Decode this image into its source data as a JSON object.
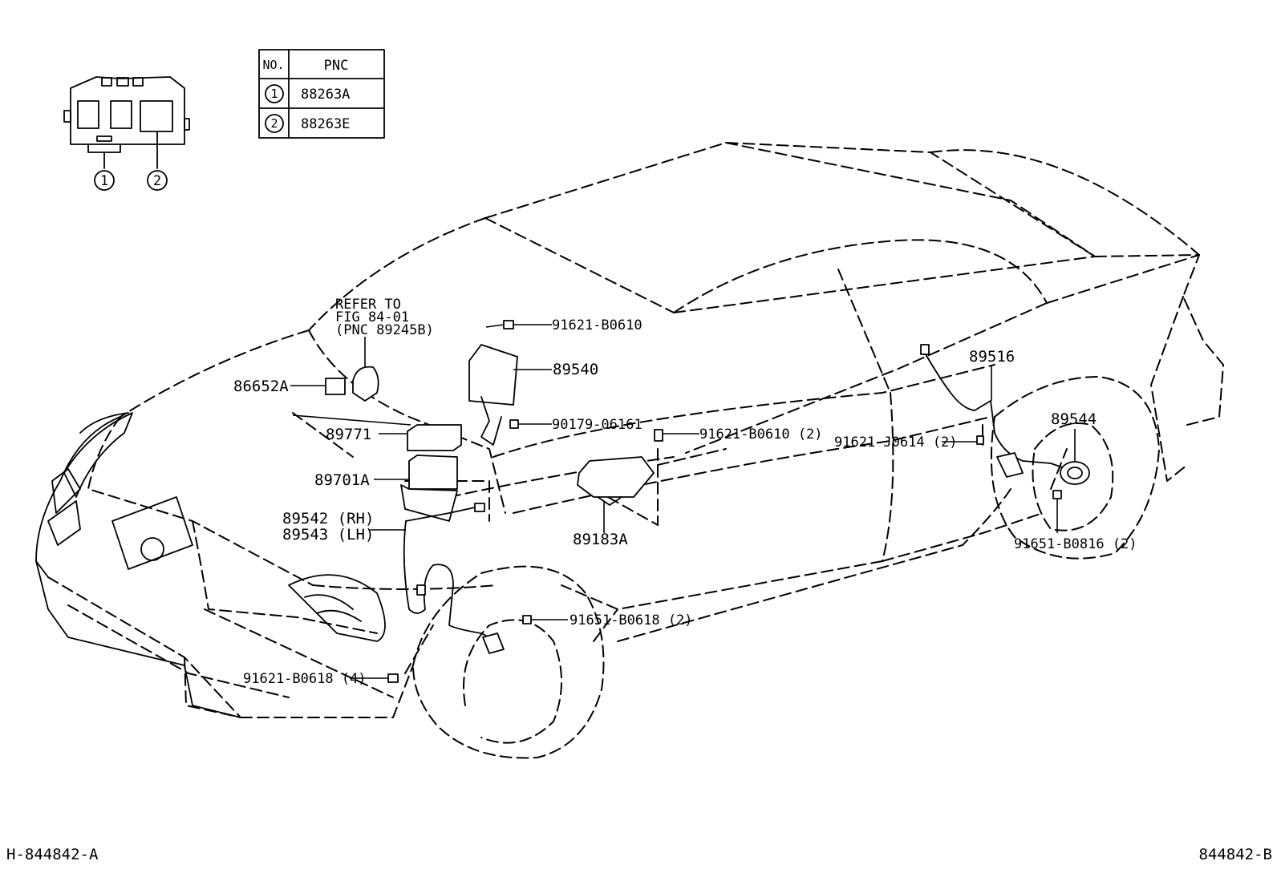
{
  "table": {
    "headers": [
      "NO.",
      "PNC"
    ],
    "rows": [
      {
        "no": "1",
        "pnc": "88263A"
      },
      {
        "no": "2",
        "pnc": "88263E"
      }
    ]
  },
  "connector_markers": [
    "1",
    "2"
  ],
  "refer_note": [
    "REFER TO",
    "FIG 84-01",
    "(PNC 89245B)"
  ],
  "labels": {
    "p86652A": "86652A",
    "p89771": "89771",
    "p89701A": "89701A",
    "p89542": "89542 (RH)",
    "p89543": "89543 (LH)",
    "p91621B0610": "91621-B0610",
    "p89540": "89540",
    "p9017906161": "90179-06161",
    "p91621B0610x2": "91621-B0610 (2)",
    "p89183A": "89183A",
    "p89516": "89516",
    "p89544": "89544",
    "p91621J0614": "91621-J0614 (2)",
    "p91651B0816": "91651-B0816 (2)",
    "p91651B0618": "91651-B0618 (2)",
    "p91621B0618": "91621-B0618 (4)"
  },
  "footer": {
    "left_code": "H-844842-A",
    "right_code": "844842-B"
  }
}
